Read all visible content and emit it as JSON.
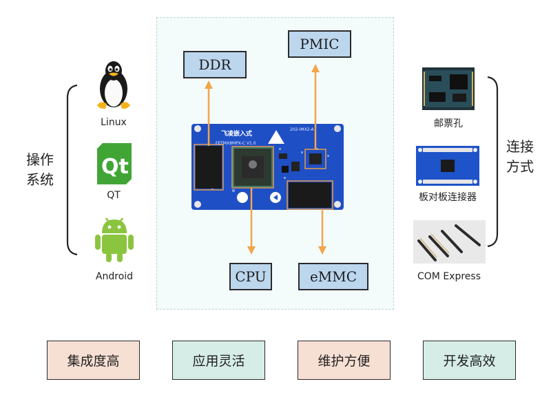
{
  "left_panel": {
    "title_line1": "操作",
    "title_line2": "系统",
    "os_items": [
      {
        "label": "Linux",
        "icon": "linux-tux-icon"
      },
      {
        "label": "QT",
        "icon": "qt-logo-icon"
      },
      {
        "label": "Android",
        "icon": "android-robot-icon"
      }
    ]
  },
  "board": {
    "brand_text": "飞凌嵌入式",
    "model_text": "FETMX8MPX-C V1.0",
    "part_text": "202-IMX2-A",
    "components": [
      {
        "label": "DDR"
      },
      {
        "label": "PMIC"
      },
      {
        "label": "CPU"
      },
      {
        "label": "eMMC"
      }
    ]
  },
  "right_panel": {
    "title_line1": "连接",
    "title_line2": "方式",
    "connections": [
      {
        "label": "邮票孔",
        "icon": "stamp-hole-module-image"
      },
      {
        "label": "板对板连接器",
        "icon": "board-to-board-connector-image"
      },
      {
        "label": "COM Express",
        "icon": "com-express-pins-image"
      }
    ]
  },
  "features": [
    {
      "label": "集成度高",
      "color": "#f6dfd3"
    },
    {
      "label": "应用灵活",
      "color": "#d6ece7"
    },
    {
      "label": "维护方便",
      "color": "#f6dfd3"
    },
    {
      "label": "开发高效",
      "color": "#d6ece7"
    }
  ],
  "colors": {
    "arrow": "#f2a54a",
    "chip_label_fill": "#bcd6ee",
    "board_blue": "#1f4fc4",
    "panel_bg": "#f3fbfb"
  }
}
